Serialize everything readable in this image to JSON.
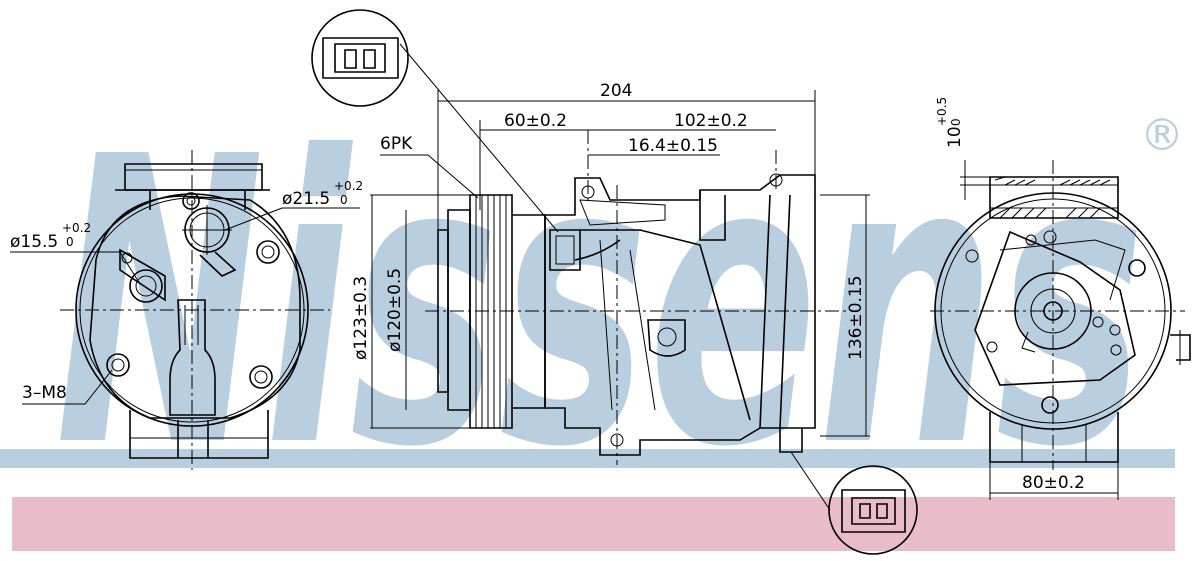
{
  "brand": {
    "name": "Nissens",
    "registered_mark": "®",
    "watermark_color": "#b9cfe0",
    "stripe_blue": "#b9cfe0",
    "stripe_pink": "#e8bcc8"
  },
  "dimensions": {
    "overall_length": "204",
    "length_60": "60±0.2",
    "length_102": "102±0.2",
    "length_16_4": "16.4±0.15",
    "pulley_type": "6PK",
    "dia_123": "ø123±0.3",
    "dia_120": "ø120±0.5",
    "height_136": "136±0.15",
    "width_80": "80±0.2",
    "ear_10_base": "10",
    "ear_10_tol_plus": "+0.5",
    "ear_10_tol_minus": "0",
    "port_21_base": "ø21.5",
    "port_21_tol_plus": "+0.2",
    "port_21_tol_minus": "0",
    "port_15_base": "ø15.5",
    "port_15_tol_plus": "+0.2",
    "port_15_tol_minus": "0",
    "mount_holes": "3–M8"
  }
}
